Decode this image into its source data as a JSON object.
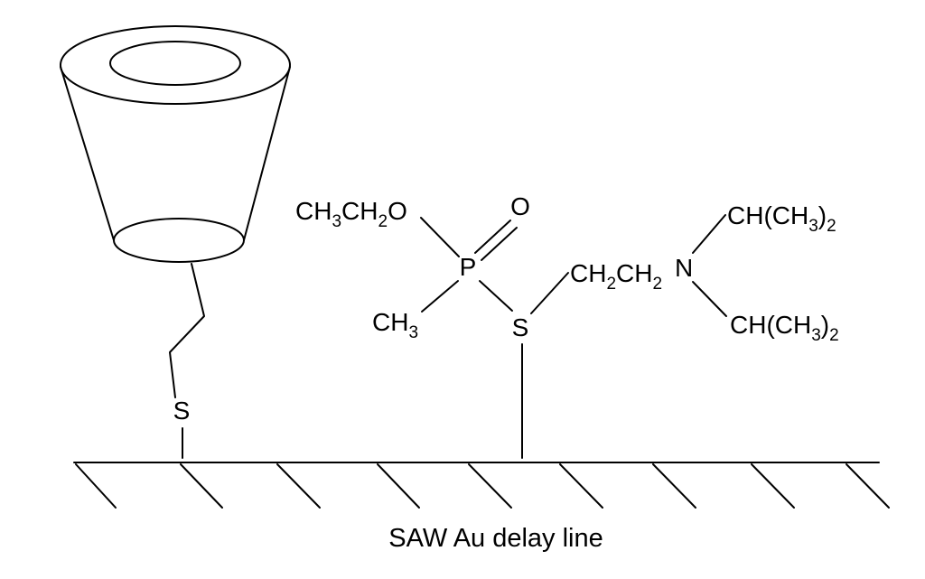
{
  "diagram": {
    "caption": "SAW Au delay line",
    "cup_linker": {
      "sulfur": "S"
    },
    "molecule": {
      "ethoxy": {
        "base1": "CH",
        "sub1": "3",
        "base2": "CH",
        "sub2": "2",
        "tail": "O"
      },
      "oxo": "O",
      "phosphorus": "P",
      "methyl": {
        "base": "CH",
        "sub": "3"
      },
      "thio": "S",
      "ethylene": {
        "base1": "CH",
        "sub1": "2",
        "base2": "CH",
        "sub2": "2"
      },
      "nitrogen": "N",
      "isopropyl_top": {
        "head": "CH(CH",
        "sub1": "3",
        "close": ")",
        "sub2": "2"
      },
      "isopropyl_bottom": {
        "head": "CH(CH",
        "sub1": "3",
        "close": ")",
        "sub2": "2"
      }
    }
  }
}
